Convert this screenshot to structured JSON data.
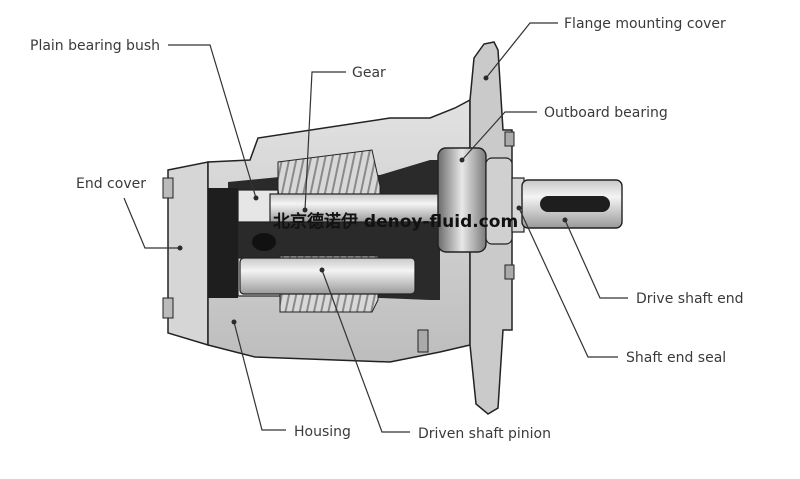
{
  "labels": {
    "plain_bearing_bush": "Plain bearing bush",
    "gear": "Gear",
    "flange_mounting_cover": "Flange mounting cover",
    "outboard_bearing": "Outboard bearing",
    "end_cover": "End cover",
    "drive_shaft_end": "Drive shaft end",
    "shaft_end_seal": "Shaft end seal",
    "housing": "Housing",
    "driven_shaft_pinion": "Driven shaft pinion"
  },
  "watermark": "北京德诺伊 denoy-fluid.com",
  "colors": {
    "body_fill": "#cfcfcf",
    "body_stroke": "#222222",
    "dark_part": "#1e1e1e",
    "light_part": "#e4e4e4",
    "text": "#3a3a3a"
  }
}
